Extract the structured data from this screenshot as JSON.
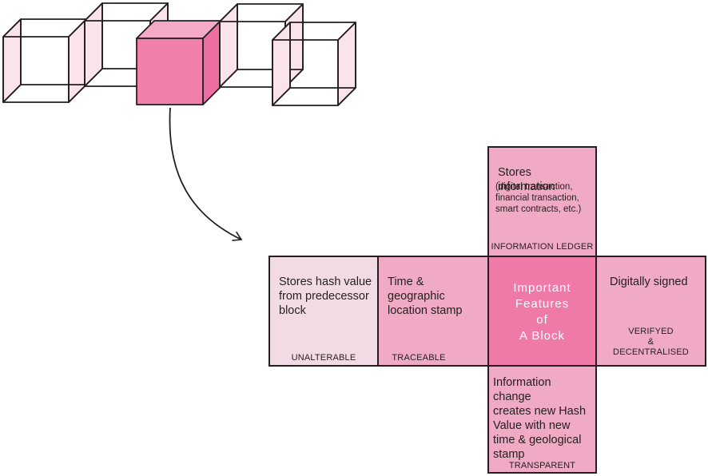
{
  "colors": {
    "outline": "#231f20",
    "light_pink_fill": "#fbe3ec",
    "highlight_cube_front": "#f17fac",
    "highlight_cube_top": "#f4a9c7",
    "highlight_cube_side": "#ee6ea2",
    "face_pink": "#f1aac5",
    "face_pale": "#f3dbe5",
    "center_face": "#ef7aa8"
  },
  "cubes_illustration": {
    "cubes": [
      {
        "name": "cube-1",
        "highlighted": false
      },
      {
        "name": "cube-2",
        "highlighted": false
      },
      {
        "name": "cube-3",
        "highlighted": true
      },
      {
        "name": "cube-4",
        "highlighted": false
      },
      {
        "name": "cube-5",
        "highlighted": false
      }
    ]
  },
  "net": {
    "top": {
      "main": "Stores information",
      "sub": "(digital transaction,\nfinancial transaction,\nsmart contracts, etc.)",
      "tag": "INFORMATION LEDGER"
    },
    "left": {
      "main": "Stores hash value\nfrom predecessor\nblock",
      "tag": "UNALTERABLE"
    },
    "left_center": {
      "main": "Time & geographic\nlocation stamp",
      "tag": "TRACEABLE"
    },
    "center": {
      "main": "Important\nFeatures\nof\nA Block"
    },
    "right": {
      "main": "Digitally signed",
      "tag": "VERIFYED\n&\nDECENTRALISED"
    },
    "bottom": {
      "main": "Information change\ncreates new Hash\nValue with new\ntime & geological\nstamp",
      "tag": "TRANSPARENT"
    }
  }
}
